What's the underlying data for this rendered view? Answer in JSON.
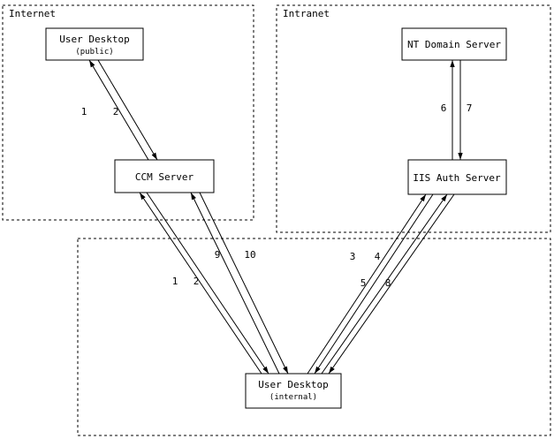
{
  "diagram": {
    "zones": {
      "internet_label": "Internet",
      "intranet_label": "Intranet"
    },
    "nodes": {
      "desktop_public_title": "User Desktop",
      "desktop_public_subtitle": "(public)",
      "ccm_title": "CCM Server",
      "nt_domain_title": "NT Domain Server",
      "iis_auth_title": "IIS Auth Server",
      "desktop_internal_title": "User Desktop",
      "desktop_internal_subtitle": "(internal)"
    },
    "edges": {
      "public_ccm": {
        "label_a": "1",
        "label_b": "2"
      },
      "nt_iis": {
        "label_a": "6",
        "label_b": "7"
      },
      "ccm_internal": {
        "label_a": "1",
        "label_b": "2"
      },
      "ccm_internal_alt": {
        "label_a": "9",
        "label_b": "10"
      },
      "iis_internal": {
        "label_a": "3",
        "label_b": "4"
      },
      "iis_internal_alt": {
        "label_a": "5",
        "label_b": "8"
      }
    },
    "colors": {
      "line": "#000000",
      "background": "#ffffff"
    }
  }
}
